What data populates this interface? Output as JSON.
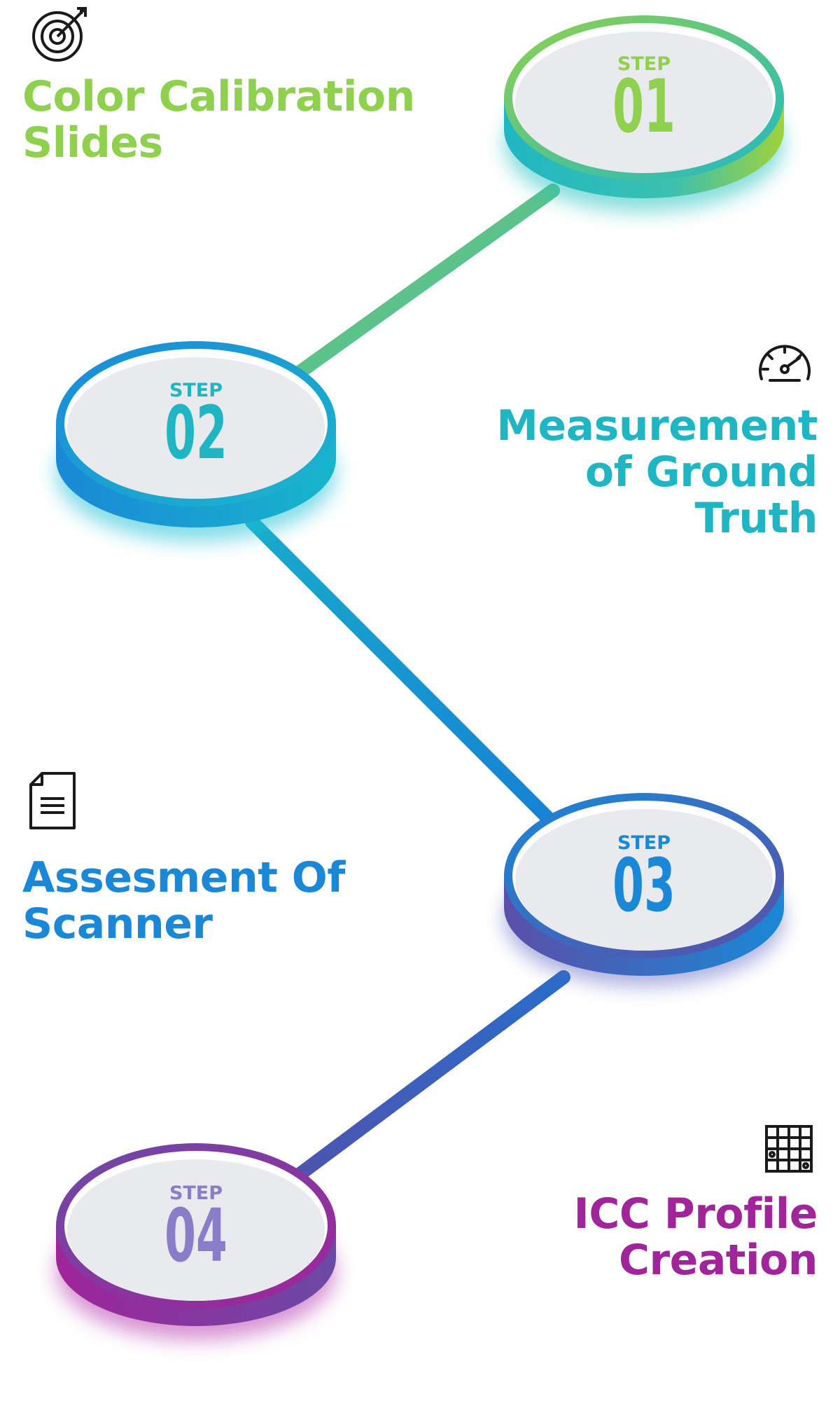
{
  "colors": {
    "green": "#8fd14f",
    "teal": "#1fb5c3",
    "blue": "#1a88d6",
    "indigo": "#5b4fa8",
    "purple": "#a0249a",
    "lavender": "#8a7cc8",
    "disc_face": "#e8eaed"
  },
  "steps": [
    {
      "step_label": "STEP",
      "number": "01",
      "title_lines": [
        "Color Calibration",
        "Slides"
      ],
      "icon": "target-icon"
    },
    {
      "step_label": "STEP",
      "number": "02",
      "title_lines": [
        "Measurement",
        "of Ground",
        "Truth"
      ],
      "icon": "speedometer-icon"
    },
    {
      "step_label": "STEP",
      "number": "03",
      "title_lines": [
        "Assesment Of",
        "Scanner"
      ],
      "icon": "document-icon"
    },
    {
      "step_label": "STEP",
      "number": "04",
      "title_lines": [
        "ICC Profile",
        "Creation"
      ],
      "icon": "grid-icon"
    }
  ]
}
